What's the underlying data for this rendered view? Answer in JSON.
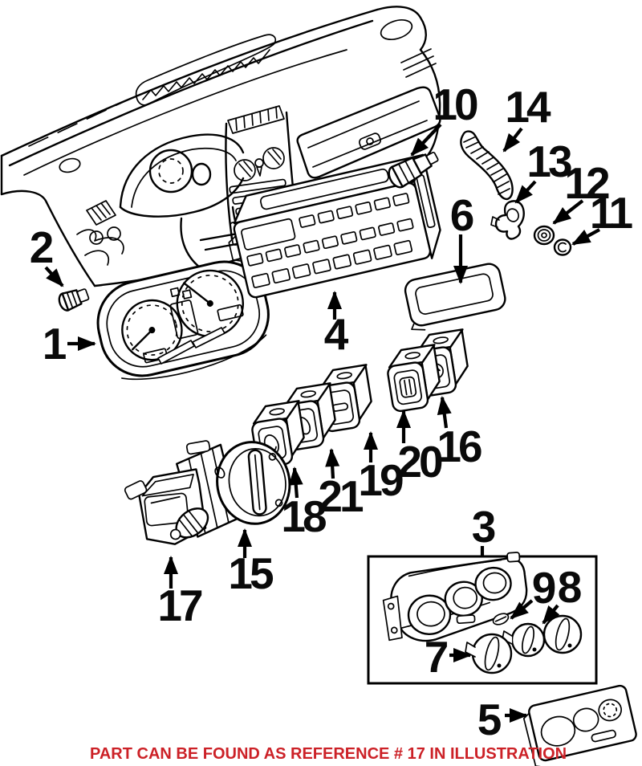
{
  "figure": {
    "type": "exploded-parts-illustration",
    "subject": "Vehicle dashboard instrument panel components",
    "background_color": "#ffffff",
    "line_color": "#000000"
  },
  "note": {
    "text": "PART CAN BE FOUND AS REFERENCE # 17 IN ILLUSTRATION",
    "color": "#cc2127",
    "referenced_number": "17"
  },
  "callouts": [
    {
      "label": "1"
    },
    {
      "label": "2"
    },
    {
      "label": "3"
    },
    {
      "label": "4"
    },
    {
      "label": "5"
    },
    {
      "label": "6"
    },
    {
      "label": "7"
    },
    {
      "label": "8"
    },
    {
      "label": "9"
    },
    {
      "label": "10"
    },
    {
      "label": "11"
    },
    {
      "label": "12"
    },
    {
      "label": "13"
    },
    {
      "label": "14"
    },
    {
      "label": "15"
    },
    {
      "label": "16"
    },
    {
      "label": "17"
    },
    {
      "label": "18"
    },
    {
      "label": "19"
    },
    {
      "label": "20"
    },
    {
      "label": "21"
    }
  ]
}
